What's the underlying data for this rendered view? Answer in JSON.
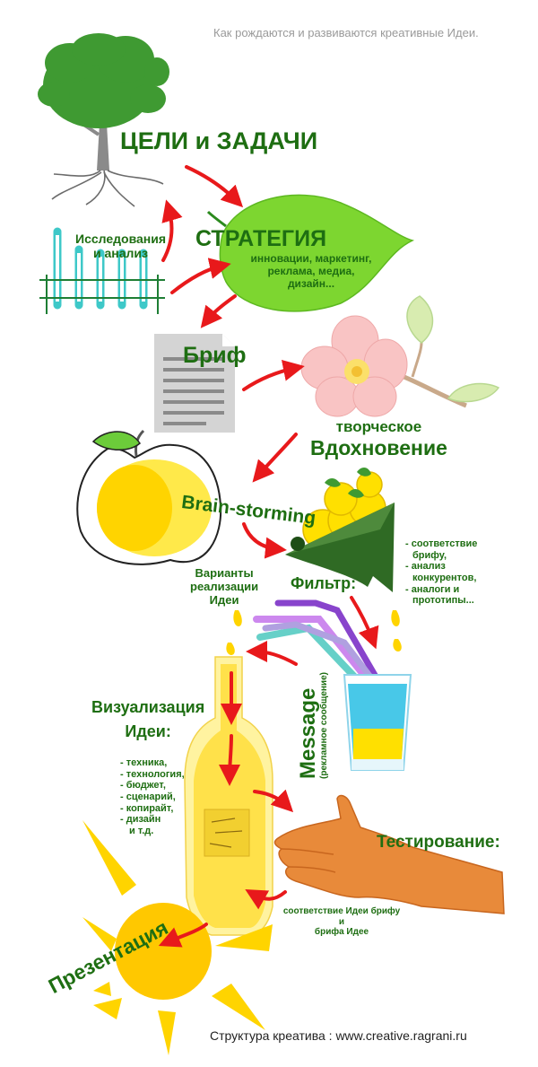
{
  "header": {
    "subtitle": "Как рождаются и развиваются креативные Идеи."
  },
  "goals": {
    "label": "ЦЕЛИ и ЗАДАЧИ"
  },
  "research": {
    "line1": "Исследования",
    "line2": "и анализ"
  },
  "strategy": {
    "title": "СТРАТЕГИЯ",
    "line1": "инновации, маркетинг,",
    "line2": "реклама, медиа,",
    "line3": "дизайн..."
  },
  "brief": {
    "label": "Бриф"
  },
  "inspiration": {
    "line1": "творческое",
    "line2": "Вдохновение"
  },
  "brainstorming": {
    "label": "Brain-storming"
  },
  "variants": {
    "line1": "Варианты",
    "line2": "реализации",
    "line3": "Идеи"
  },
  "filter": {
    "label": "Фильтр:",
    "items": [
      "- соответствие",
      "брифу,",
      "- анализ",
      "конкурентов,",
      "- аналоги и",
      "прототипы..."
    ]
  },
  "message": {
    "label": "Message",
    "sub": "(рекламное сообщение)"
  },
  "visualization": {
    "line1": "Визуализация",
    "line2": "Идеи:",
    "items": [
      "- техника,",
      "- технология,",
      "- бюджет,",
      "- сценарий,",
      "- копирайт,",
      "- дизайн",
      "и т.д."
    ]
  },
  "testing": {
    "label": "Тестирование:",
    "note1": "соответствие Идеи брифу",
    "note2": "и",
    "note3": "брифа Идее"
  },
  "presentation": {
    "label": "Презентация"
  },
  "footer": {
    "text": "Структура креатива :  www.creative.ragrani.ru"
  },
  "colors": {
    "text_green": "#1e6e12",
    "arrow_red": "#e8191b",
    "leaf_green": "#7dd630",
    "tree_green": "#3f9a32",
    "tube_cyan": "#3ec8c8",
    "yellow": "#ffe000",
    "sun_yellow": "#ffc800",
    "funnel_green": "#2f6a24",
    "hand_orange": "#e88a3a"
  }
}
